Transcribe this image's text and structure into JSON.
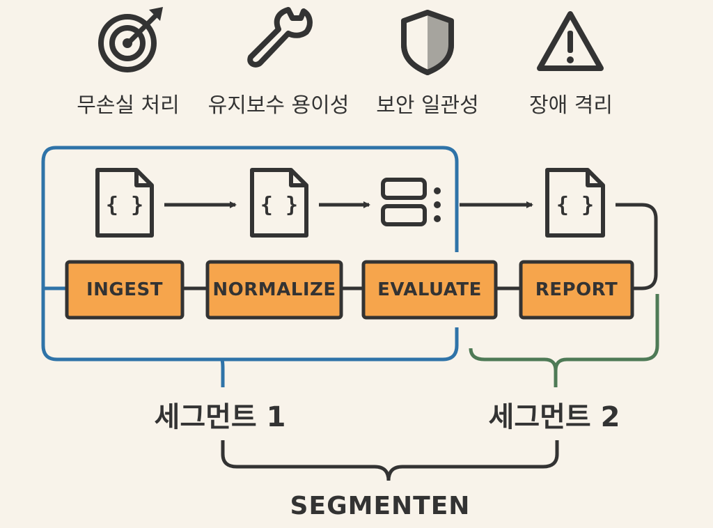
{
  "features": [
    {
      "label": "무손실 처리",
      "icon": "target-icon"
    },
    {
      "label": "유지보수 용이성",
      "icon": "wrench-icon"
    },
    {
      "label": "보안 일관성",
      "icon": "shield-icon"
    },
    {
      "label": "장애 격리",
      "icon": "warning-icon"
    }
  ],
  "stages": [
    {
      "label": "INGEST"
    },
    {
      "label": "NORMALIZE"
    },
    {
      "label": "EVALUATE"
    },
    {
      "label": "REPORT"
    }
  ],
  "segments": [
    {
      "label": "세그먼트 1"
    },
    {
      "label": "세그먼트 2"
    }
  ],
  "group_label": "SEGMENTEN",
  "colors": {
    "background": "#f8f3ea",
    "stage_fill": "#f6a54c",
    "stroke": "#333333",
    "segment_1": "#2f73a8",
    "segment_2": "#4e7a56"
  }
}
